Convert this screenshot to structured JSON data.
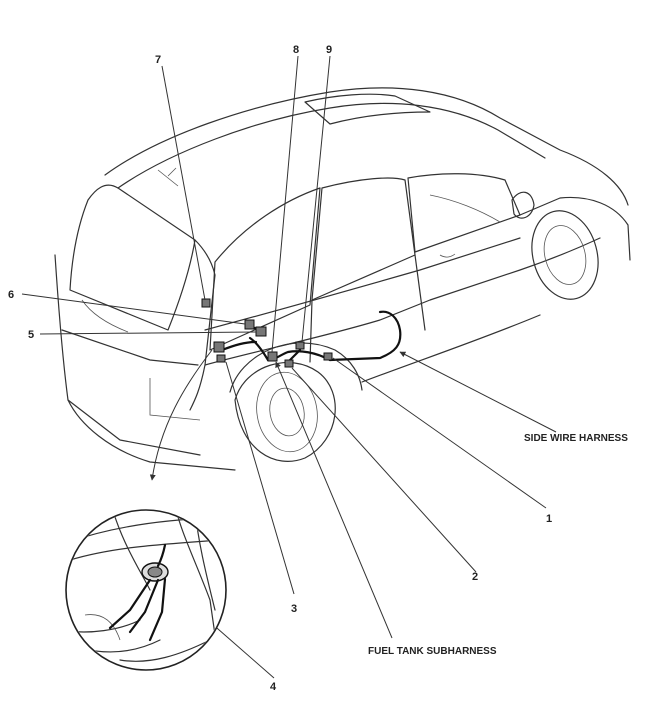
{
  "callouts": {
    "c1": "1",
    "c2": "2",
    "c3": "3",
    "c4": "4",
    "c5": "5",
    "c6": "6",
    "c7": "7",
    "c8": "8",
    "c9": "9"
  },
  "captions": {
    "side_wire_harness": "SIDE WIRE HARNESS",
    "fuel_tank_subharness": "FUEL TANK SUBHARNESS"
  }
}
